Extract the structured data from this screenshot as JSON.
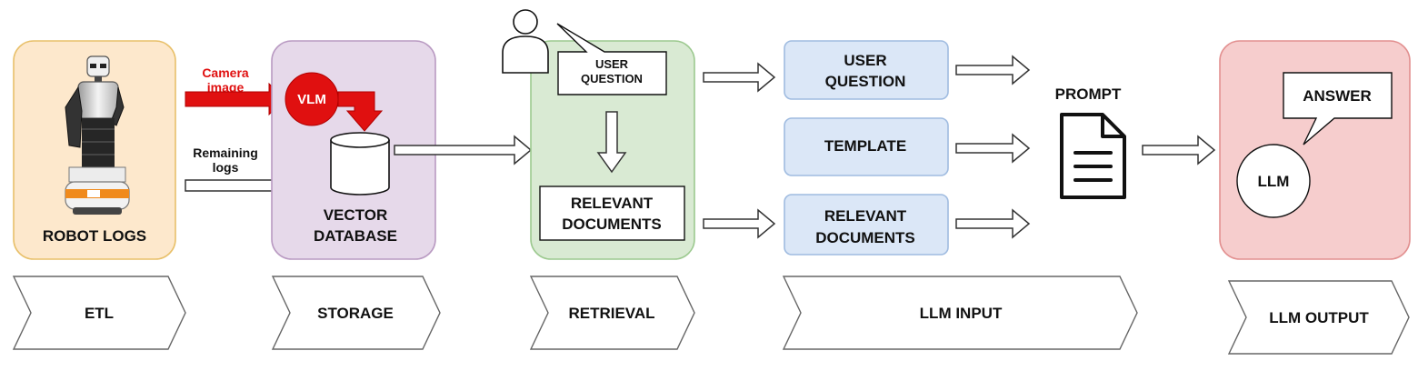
{
  "colors": {
    "etl_fill": "#fde8cc",
    "etl_stroke": "#e8c06a",
    "storage_fill": "#e6d9ea",
    "storage_stroke": "#b99ac2",
    "retrieval_fill": "#d9ead3",
    "retrieval_stroke": "#9cc98f",
    "input_fill": "#dbe7f7",
    "input_stroke": "#9fbbe0",
    "output_fill": "#f6cdcd",
    "output_stroke": "#e29090",
    "accent_red": "#e01010"
  },
  "etl": {
    "title": "ROBOT LOGS",
    "robot_icon": "robot-icon"
  },
  "flows": {
    "camera_line1": "Camera",
    "camera_line2": "image",
    "remaining_line1": "Remaining",
    "remaining_line2": "logs"
  },
  "storage": {
    "vlm": "VLM",
    "db_icon": "database-icon",
    "db_line1": "VECTOR",
    "db_line2": "DATABASE"
  },
  "retrieval": {
    "user_icon": "user-icon",
    "question_line1": "USER",
    "question_line2": "QUESTION",
    "docs_line1": "RELEVANT",
    "docs_line2": "DOCUMENTS"
  },
  "llm_input": {
    "question_line1": "USER",
    "question_line2": "QUESTION",
    "template": "TEMPLATE",
    "docs_line1": "RELEVANT",
    "docs_line2": "DOCUMENTS",
    "prompt": "PROMPT",
    "prompt_icon": "document-icon"
  },
  "llm_output": {
    "answer": "ANSWER",
    "llm": "LLM"
  },
  "stages": [
    "ETL",
    "STORAGE",
    "RETRIEVAL",
    "LLM INPUT",
    "LLM OUTPUT"
  ]
}
